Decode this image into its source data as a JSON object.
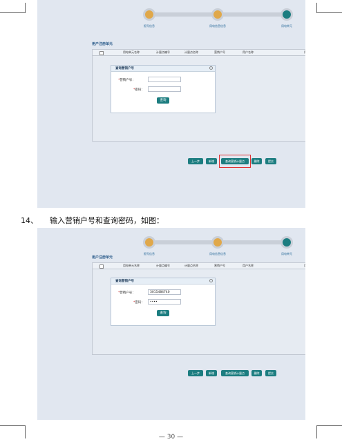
{
  "progress": {
    "steps": [
      {
        "label": "报号信息",
        "state": "done"
      },
      {
        "label": "用电信息信息",
        "state": "done"
      },
      {
        "label": "用电单元",
        "state": "current"
      }
    ]
  },
  "section_title": "用户注册单元",
  "grid_columns": [
    "用电单元名称",
    "计量点编号",
    "计量点名称",
    "营销户号",
    "用户名称",
    "用户"
  ],
  "dialog": {
    "title": "查询营销户号",
    "account_label": "营销户号：",
    "password_label": "密码：",
    "query_button": "查询"
  },
  "filled": {
    "account_value": "3015484740",
    "password_value": "••••"
  },
  "actions": [
    "上一步",
    "新增",
    "查询营销计量点",
    "删除",
    "提交"
  ],
  "step_heading": {
    "number": "14、",
    "text": "输入营销户号和查询密码，如图："
  },
  "page_number": "— 30 —"
}
